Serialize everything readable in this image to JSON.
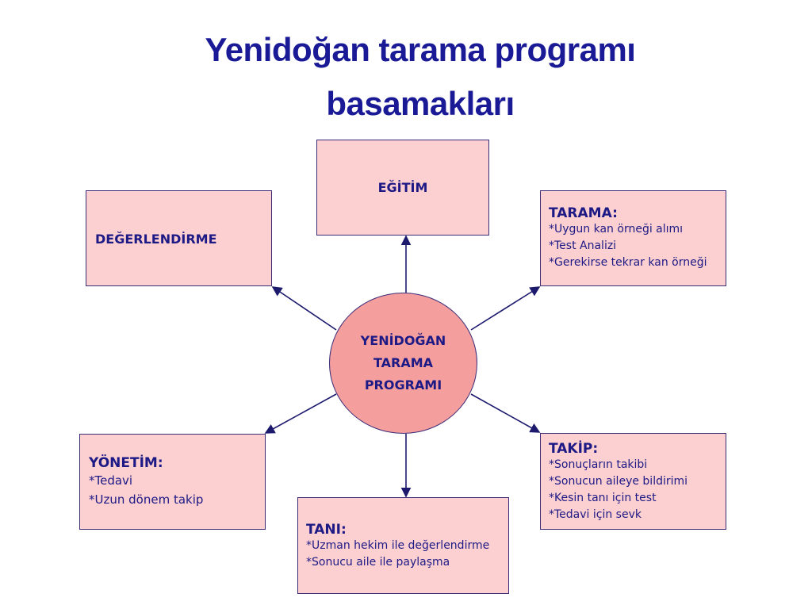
{
  "title": {
    "line1": "Yenidoğan tarama programı",
    "line2": "basamakları"
  },
  "center": {
    "lines": [
      "YENİDOĞAN",
      "TARAMA",
      "PROGRAMI"
    ]
  },
  "boxes": {
    "egitim": {
      "head": "EĞİTİM"
    },
    "degerlendirme": {
      "head": "DEĞERLENDİRME"
    },
    "tarama": {
      "head": "TARAMA:",
      "items": [
        "*Uygun kan örneği alımı",
        "*Test Analizi",
        "*Gerekirse tekrar kan örneği"
      ]
    },
    "yonetim": {
      "head": "YÖNETİM:",
      "items": [
        "*Tedavi",
        "*Uzun dönem takip"
      ]
    },
    "tani": {
      "head": "TANI:",
      "items": [
        "*Uzman hekim ile değerlendirme",
        "*Sonucu aile ile paylaşma"
      ]
    },
    "takip": {
      "head": "TAKİP:",
      "items": [
        "*Sonuçların takibi",
        "*Sonucun aileye bildirimi",
        "*Kesin tanı için test",
        "*Tedavi için sevk"
      ]
    }
  },
  "colors": {
    "text": "#1d1a86",
    "box_fill": "#fccfd0",
    "circle_fill": "#f59e9e",
    "border": "#3b2c78"
  }
}
